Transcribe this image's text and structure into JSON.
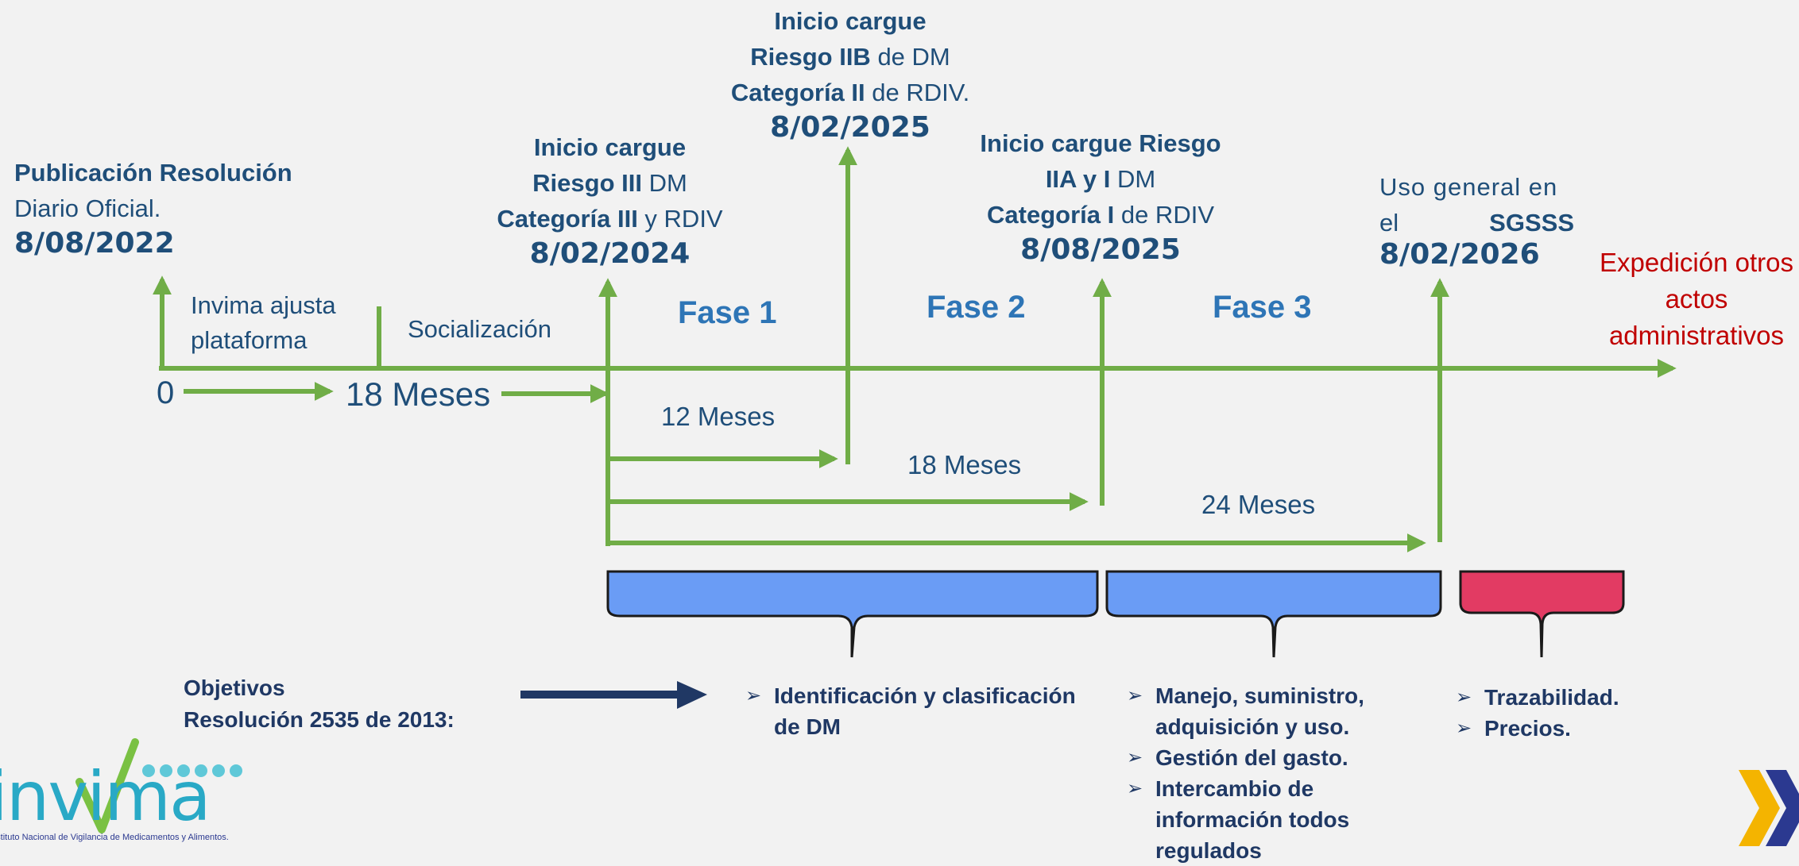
{
  "milestones": {
    "m0": {
      "l1": "Publicación Resolución",
      "l2": "Diario Oficial.",
      "date": "8/08/2022"
    },
    "m1": {
      "l1": "Inicio cargue",
      "l2b": "Riesgo III",
      "l2": " DM",
      "l3b": "Categoría III",
      "l3": " y RDIV",
      "date": "8/02/2024"
    },
    "m2": {
      "l1": "Inicio cargue",
      "l2b": "Riesgo IIB",
      "l2": "  de DM",
      "l3b": "Categoría II",
      "l3": " de RDIV.",
      "date": "8/02/2025"
    },
    "m3": {
      "l1": "Inicio cargue Riesgo",
      "l2b": "IIA y I",
      "l2": " DM",
      "l3b": "Categoría I",
      "l3": " de RDIV",
      "date": "8/08/2025"
    },
    "m4": {
      "l1a": "Uso  general  en",
      "l2a": "el",
      "l2b": "SGSSS",
      "date": "8/02/2026"
    }
  },
  "timeline": {
    "zero": "0",
    "months18": "18 Meses",
    "platform": "Invima ajusta plataforma",
    "socializacion": "Socialización",
    "phases": [
      "Fase 1",
      "Fase 2",
      "Fase 3"
    ],
    "durations": [
      "12 Meses",
      "18 Meses",
      "24 Meses"
    ],
    "other_acts": "Expedición otros actos administrativos"
  },
  "objectives": {
    "title_l1": "Objetivos",
    "title_l2": "Resolución 2535 de 2013:",
    "group1": [
      "Identificación y clasificación de DM"
    ],
    "group2": [
      "Manejo, suministro, adquisición y uso.",
      "Gestión del gasto.",
      "Intercambio de información todos regulados"
    ],
    "group3": [
      "Trazabilidad.",
      "Precios."
    ]
  },
  "logo": {
    "word": "invima",
    "tagline": "Instituto Nacional de Vigilancia de Medicamentos y Alimentos."
  },
  "colors": {
    "green": "#70ad47",
    "navy": "#1f4e79",
    "brace_blue": "#6a9cf5",
    "brace_red": "#e23b63",
    "red_text": "#c00000",
    "arrow_dark": "#203864"
  }
}
